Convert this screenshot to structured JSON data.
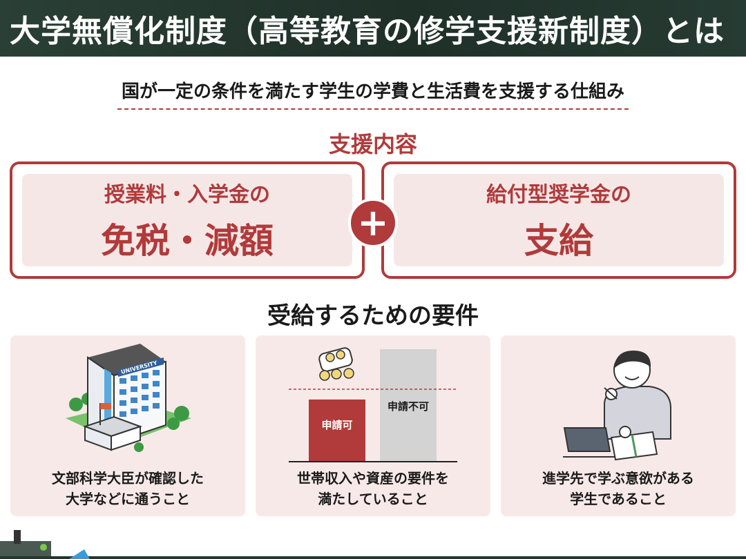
{
  "header": {
    "title": "大学無償化制度（高等教育の修学支援新制度）とは"
  },
  "subtitle": "国が一定の条件を満たす学生の学費と生活費を支援する仕組み",
  "support": {
    "heading": "支援内容",
    "left": {
      "line1": "授業料・入学金の",
      "line2": "免税・減額"
    },
    "plus": "+",
    "right": {
      "line1": "給付型奨学金の",
      "line2": "支給"
    }
  },
  "requirements": {
    "heading": "受給するための要件",
    "items": [
      {
        "caption_line1": "文部科学大臣が確認した",
        "caption_line2": "大学などに通うこと",
        "illustration": "university-building-icon",
        "sign_text": "UNIVERSITY"
      },
      {
        "caption_line1": "世帯収入や資産の要件を",
        "caption_line2": "満たしていること",
        "illustration": "income-bar-chart",
        "bars": [
          {
            "label": "申請可",
            "level": 0.55,
            "color": "#b13a3a"
          },
          {
            "label": "申請不可",
            "level": 1.0,
            "color": "#d3d3d3"
          }
        ],
        "threshold_color": "#b13a3a"
      },
      {
        "caption_line1": "進学先で学ぶ意欲がある",
        "caption_line2": "学生であること",
        "illustration": "studying-student-icon"
      }
    ]
  },
  "colors": {
    "accent": "#b13a3a",
    "header_bg": "#23362f",
    "card_bg": "#f8e9e9",
    "box_inner_bg": "#f6e7e7"
  }
}
